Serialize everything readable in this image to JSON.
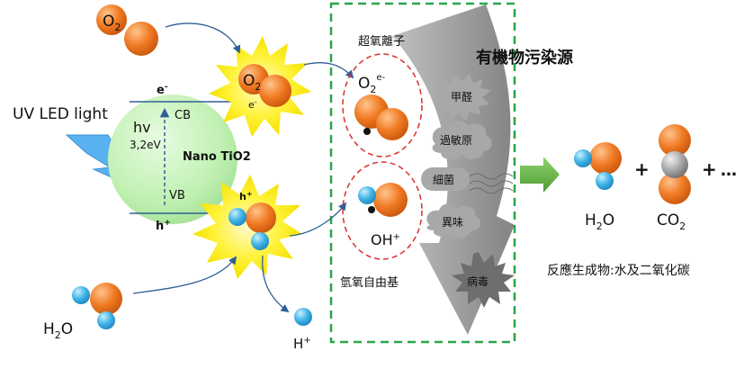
{
  "uv_label": "UV LED light",
  "tio2": {
    "name": "Nano TiO2",
    "energy": "hv",
    "band_gap": "3,2eV",
    "cb": "CB",
    "vb": "VB",
    "electron_left": "e",
    "electron_right": "e",
    "electron_sup": "-",
    "hole": "h",
    "hole_sup": "+"
  },
  "molecules": {
    "o2_base": "O",
    "o2_sub": "2",
    "h2o_base": "H",
    "h2o_sub": "2",
    "h2o_tail": "O",
    "h_plus_base": "H",
    "h_plus_sup": "+"
  },
  "superoxide": {
    "label": "超氧離子",
    "base": "O",
    "sub": "2",
    "sup": "e-"
  },
  "hydroxyl": {
    "label": "氫氧自由基",
    "base": "OH",
    "sup": "+"
  },
  "pollution_title": "有機物污染源",
  "pollutants": [
    "甲醛",
    "過敏原",
    "細菌",
    "異味",
    "病毒"
  ],
  "products": {
    "h2o_base": "H",
    "h2o_sub": "2",
    "h2o_tail": "O",
    "co2_base": "CO",
    "co2_sub": "2",
    "plus": "+",
    "ellipsis": "…",
    "caption": "反應生成物:水及二氧化碳"
  },
  "colors": {
    "oxygen": "#f07a23",
    "hydrogen": "#3fb3e6",
    "carbon": "#9e9e9e",
    "tio2_fill": "#bff0b0",
    "starburst": "#fff23a",
    "dashed_box": "#2aa44a",
    "dashed_circle": "#d93030",
    "arrow_gray": "#8c8c8c",
    "line_blue": "#2f5f96",
    "uv_blue": "#5ab1f0",
    "green_arrow": "#62b845"
  }
}
